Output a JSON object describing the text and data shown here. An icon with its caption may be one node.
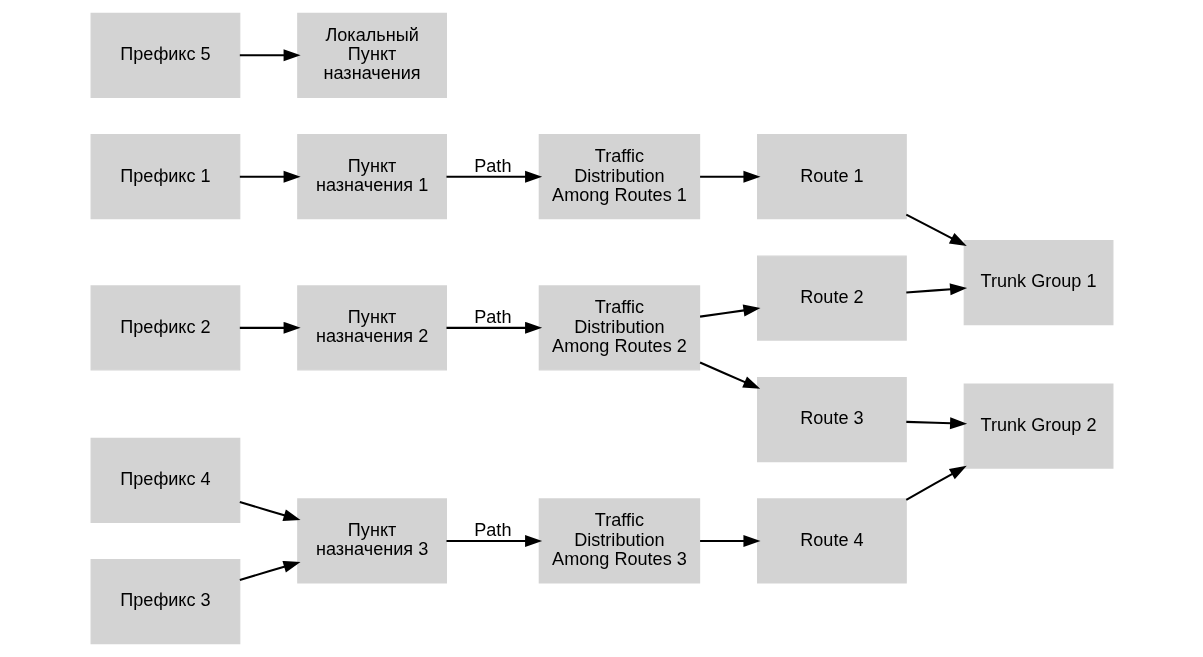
{
  "diagram": {
    "nodes": [
      {
        "text": [
          "Префикс 1"
        ]
      },
      {
        "text": [
          "Пункт назначения 1"
        ]
      },
      {
        "text": [
          "Traffic Distribution Among Routes 1"
        ]
      },
      {
        "text": [
          "Route 1"
        ]
      },
      {
        "text": [
          "Trunk Group 1"
        ]
      },
      {
        "text": [
          "Префикс 2"
        ]
      },
      {
        "text": [
          "Пункт назначения 2"
        ]
      },
      {
        "text": [
          "Traffic Distribution Among Routes 2"
        ]
      },
      {
        "text": [
          "Route 2"
        ]
      },
      {
        "text": [
          "Route 3"
        ]
      },
      {
        "text": [
          "Trunk Group 2"
        ]
      },
      {
        "text": [
          "Префикс 3"
        ]
      },
      {
        "text": [
          "Пункт назначения 3"
        ]
      },
      {
        "text": [
          "Traffic Distribution Among Routes 3"
        ]
      },
      {
        "text": [
          "Route 4"
        ]
      },
      {
        "text": [
          "Префикс 4"
        ]
      },
      {
        "text": [
          "Префикс 5"
        ]
      },
      {
        "text": [
          "Локальный Пункт назначения"
        ]
      }
    ],
    "edges": [
      {
        "from": 0,
        "to": 1,
        "arrow": "to"
      },
      {
        "from": 1,
        "to": 2,
        "arrow": "to",
        "label": "Path"
      },
      {
        "from": 2,
        "to": 3,
        "arrow": "to"
      },
      {
        "from": 3,
        "to": 4,
        "arrow": "to"
      },
      {
        "from": 5,
        "to": 6,
        "arrow": "to"
      },
      {
        "from": 6,
        "to": 7,
        "arrow": "to",
        "label": "Path"
      },
      {
        "from": 7,
        "to": 8,
        "arrow": "to"
      },
      {
        "from": 7,
        "to": 9,
        "arrow": "to"
      },
      {
        "from": 8,
        "to": 4,
        "arrow": "to"
      },
      {
        "from": 9,
        "to": 10,
        "arrow": "to"
      },
      {
        "from": 11,
        "to": 12,
        "arrow": "to"
      },
      {
        "from": 15,
        "to": 12,
        "arrow": "to"
      },
      {
        "from": 12,
        "to": 13,
        "arrow": "to",
        "label": "Path"
      },
      {
        "from": 13,
        "to": 14,
        "arrow": "to"
      },
      {
        "from": 14,
        "to": 10,
        "arrow": "to"
      },
      {
        "from": 16,
        "to": 17,
        "arrow": "to"
      }
    ]
  }
}
